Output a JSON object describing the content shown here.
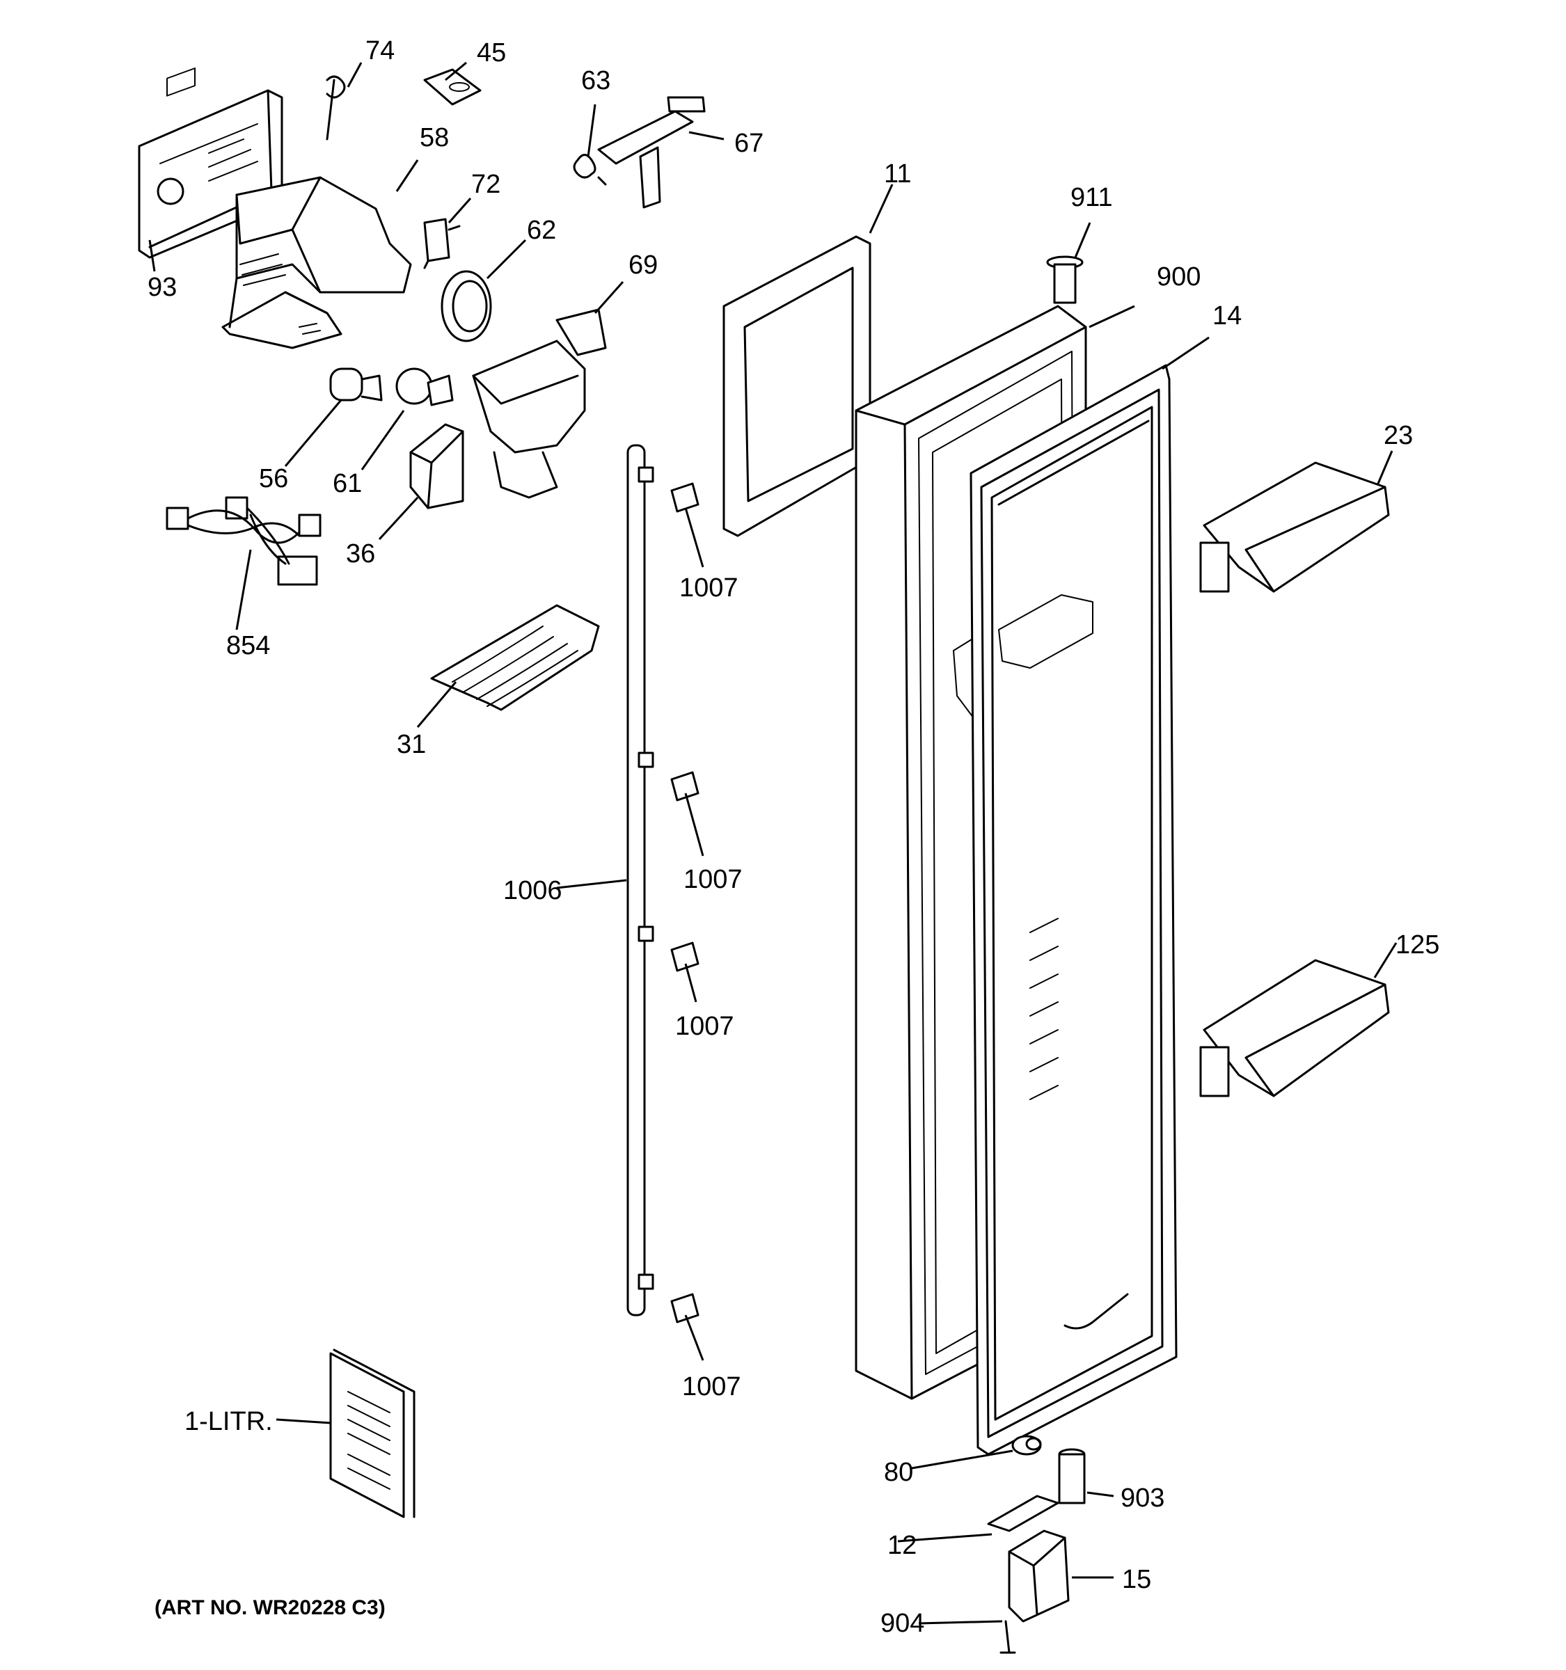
{
  "labels": {
    "p74": "74",
    "p45": "45",
    "p63": "63",
    "p67": "67",
    "p58": "58",
    "p72": "72",
    "p62": "62",
    "p93": "93",
    "p69": "69",
    "p11": "11",
    "p911": "911",
    "p900": "900",
    "p14": "14",
    "p23": "23",
    "p56": "56",
    "p61": "61",
    "p36": "36",
    "p854": "854",
    "p31": "31",
    "p1007a": "1007",
    "p1007b": "1007",
    "p1007c": "1007",
    "p1007d": "1007",
    "p1006": "1006",
    "p125": "125",
    "p1litr": "1-LITR.",
    "p80": "80",
    "p903": "903",
    "p12": "12",
    "p15": "15",
    "p904": "904"
  },
  "art_note": "(ART NO. WR20228 C3)"
}
